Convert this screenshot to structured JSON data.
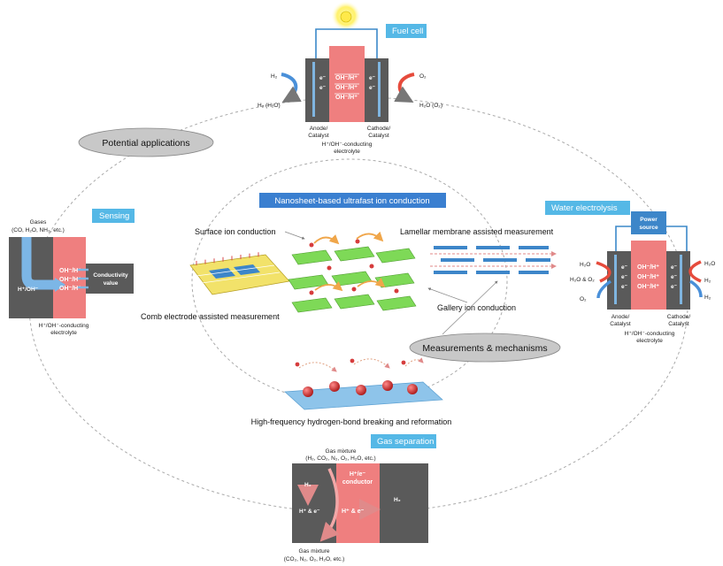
{
  "tags": {
    "fuel_cell": "Fuel cell",
    "sensing": "Sensing",
    "water_electrolysis": "Water electrolysis",
    "gas_separation": "Gas separation",
    "center": "Nanosheet-based ultrafast ion conduction"
  },
  "ovals": {
    "potential_applications": "Potential applications",
    "measurements": "Measurements & mechanisms"
  },
  "fuel_cell": {
    "h2_in": "H₂",
    "h2_out": "H₂ (H₂O)",
    "o2_in": "O₂",
    "o2_out": "H₂O (O₂)",
    "ion_label": "OH⁻/H⁺",
    "e_label": "e⁻",
    "anode": [
      "Anode/",
      "Catalyst"
    ],
    "cathode": [
      "Cathode/",
      "Catalyst"
    ],
    "electrolyte": [
      "H⁺/OH⁻-conducting",
      "electrolyte"
    ]
  },
  "sensing": {
    "gases": [
      "Gases",
      "(CO, H₂O, NH₃, etc.)"
    ],
    "ion_label": "OH⁻/H⁺",
    "carrier": "H⁺/OH⁻",
    "conductivity": [
      "Conductivity",
      "value"
    ],
    "electrolyte": [
      "H⁺/OH⁻-conducting",
      "electrolyte"
    ]
  },
  "water_electrolysis": {
    "power": [
      "Power",
      "source"
    ],
    "h2o_left": "H₂O",
    "h2o_o2_left": "H₂O & O₂",
    "o2_left": "O₂",
    "h2o_right": "H₂O",
    "h2_right_1": "H₂",
    "h2_right_2": "H₂",
    "ion_label": "OH⁻/H⁺",
    "e_label": "e⁻",
    "anode": [
      "Anode/",
      "Catalyst"
    ],
    "cathode": [
      "Cathode/",
      "Catalyst"
    ],
    "electrolyte": [
      "H⁺/OH⁻-conducting",
      "electrolyte"
    ]
  },
  "gas_separation": {
    "mixture_top": [
      "Gas mixture",
      "(H₂, CO₂, N₂, O₂, H₂O, etc.)"
    ],
    "mixture_bottom": [
      "Gas mixture",
      "(CO₂, N₂, O₂, H₂O, etc.)"
    ],
    "conductor": [
      "H⁺/e⁻",
      "conductor"
    ],
    "h2_left": "H₂",
    "h_e_left": "H⁺ & e⁻",
    "h_e_mid": "H⁺ & e⁻",
    "h2_right": "H₂"
  },
  "center": {
    "surface_ion": "Surface ion conduction",
    "lamellar": "Lamellar membrane assisted measurement",
    "comb": "Comb electrode assisted measurement",
    "gallery": "Gallery ion conduction",
    "hydrogen_bond": "High-frequency hydrogen-bond breaking and reformation"
  },
  "colors": {
    "tag_blue": "#55b8e6",
    "center_tag": "#3a7fd0",
    "electrolyte_red": "#ef7f7f",
    "electrode_gray": "#5a5a5a",
    "oval_gray": "#c8c8c8",
    "nanosheet_green": "#7ed957",
    "ion_red": "#d63c3c"
  }
}
